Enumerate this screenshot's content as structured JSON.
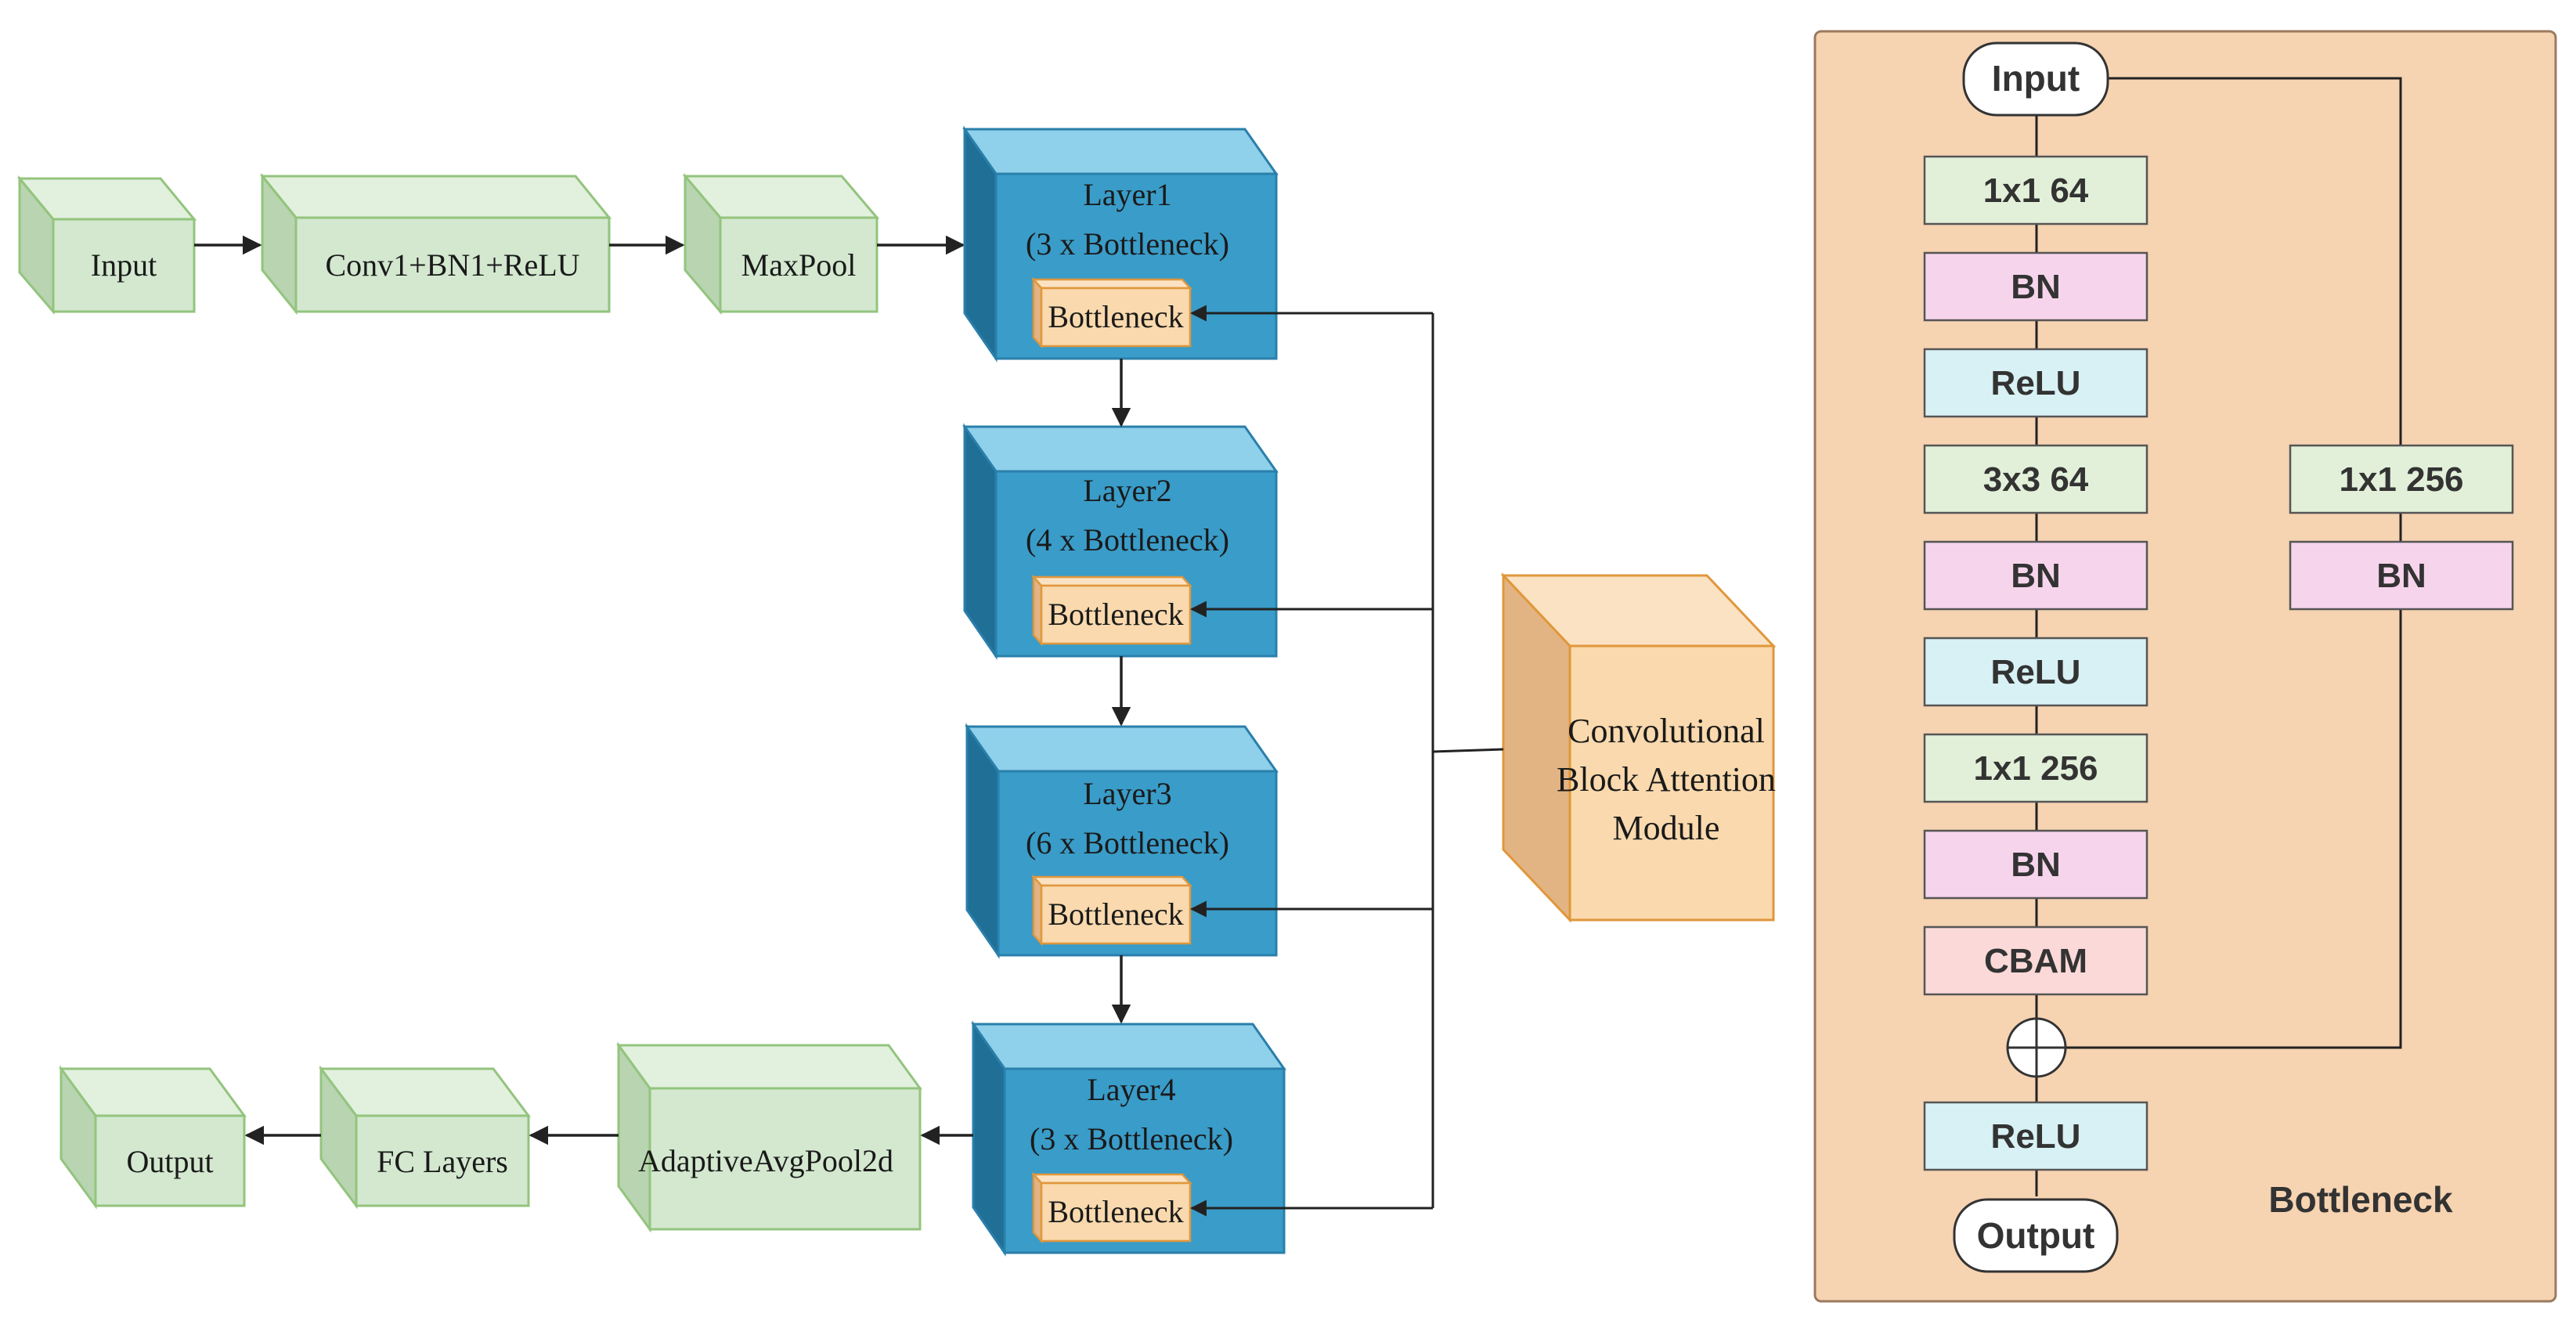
{
  "colors": {
    "green_front": "#d3e8cf",
    "green_top": "#e2f0de",
    "green_side": "#b8d4b1",
    "green_stroke": "#93c47d",
    "blue_front": "#3a9cc8",
    "blue_top": "#8fd0ea",
    "blue_side": "#1f6f96",
    "blue_stroke": "#2a7fab",
    "orange_front": "#f9d9ad",
    "orange_top": "#fbe2c2",
    "orange_side": "#e3b483",
    "orange_stroke": "#e0973c",
    "panel_bg": "#f6d3b1",
    "panel_stroke": "#9b7a5e",
    "box_green": "#e2f0d9",
    "box_pink": "#f6d5ec",
    "box_cyan": "#d8f1f4",
    "box_cbam": "#fbd9d9"
  },
  "left": {
    "input": "Input",
    "conv": "Conv1+BN1+ReLU",
    "maxpool": "MaxPool",
    "layers": [
      {
        "name": "Layer1",
        "desc": "(3 x Bottleneck)",
        "block": "Bottleneck"
      },
      {
        "name": "Layer2",
        "desc": "(4 x Bottleneck)",
        "block": "Bottleneck"
      },
      {
        "name": "Layer3",
        "desc": "(6 x Bottleneck)",
        "block": "Bottleneck"
      },
      {
        "name": "Layer4",
        "desc": "(3 x Bottleneck)",
        "block": "Bottleneck"
      }
    ],
    "cbam": [
      "Convolutional",
      "Block Attention",
      "Module"
    ],
    "pool": "AdaptiveAvgPool2d",
    "fc": "FC Layers",
    "output": "Output"
  },
  "bottleneck": {
    "title": "Bottleneck",
    "input": "Input",
    "output": "Output",
    "main": [
      "1x1 64",
      "BN",
      "ReLU",
      "3x3 64",
      "BN",
      "ReLU",
      "1x1 256",
      "BN",
      "CBAM"
    ],
    "post": "ReLU",
    "shortcut": [
      "1x1 256",
      "BN"
    ]
  }
}
